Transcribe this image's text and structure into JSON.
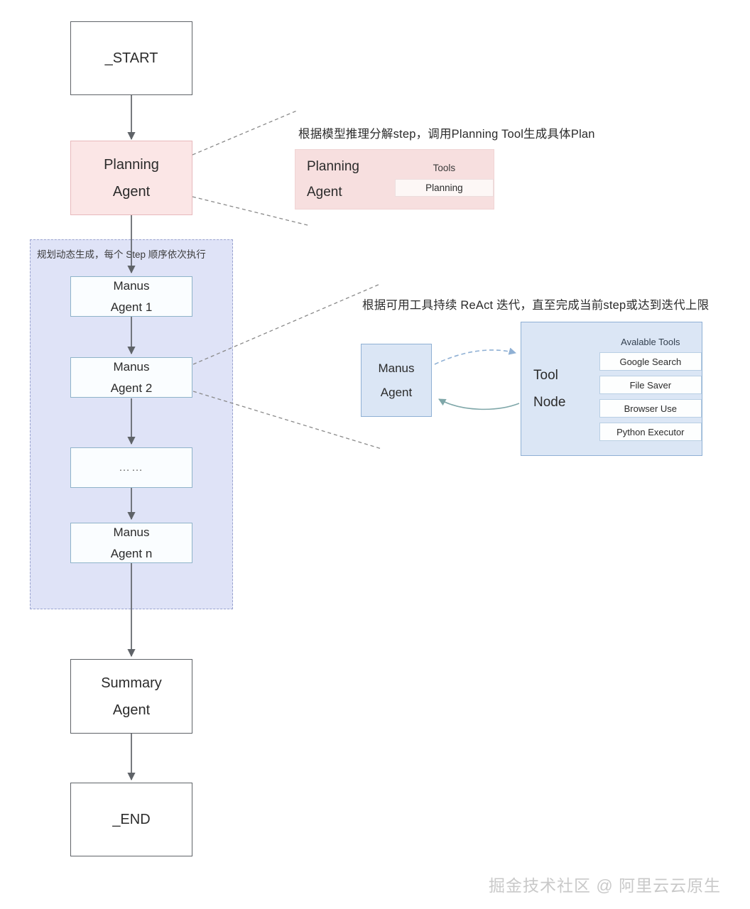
{
  "diagram": {
    "title": "Manus Multi-Agent Planning Flow",
    "colors": {
      "pink_fill": "#fbe6e6",
      "pink_border": "#e8b9bc",
      "blue_fill": "#dbe6f5",
      "blue_border": "#8fb0d4",
      "group_fill": "#dfe3f7",
      "group_border": "#9aa3cf",
      "plain_border": "#5f6368",
      "arrow_gray": "#5f6368",
      "arrow_teal": "#6f9fa2",
      "dotted_gray": "#8a8a8a"
    }
  },
  "flow": {
    "start_node": {
      "label": "_START"
    },
    "planning_agent": {
      "line1": "Planning",
      "line2": "Agent"
    },
    "summary_agent": {
      "line1": "Summary",
      "line2": "Agent"
    },
    "end_node": {
      "label": "_END"
    }
  },
  "group": {
    "label": "规划动态生成，每个 Step 顺序依次执行",
    "steps": [
      {
        "line1": "Manus",
        "line2": "Agent 1"
      },
      {
        "line1": "Manus",
        "line2": "Agent 2"
      },
      {
        "line1": "……",
        "line2": ""
      },
      {
        "line1": "Manus",
        "line2": "Agent n"
      }
    ]
  },
  "annotations": {
    "planning": "根据模型推理分解step，调用Planning Tool生成具体Plan",
    "react": "根据可用工具持续 ReAct 迭代，直至完成当前step或达到迭代上限"
  },
  "planning_detail": {
    "agent_line1": "Planning",
    "agent_line2": "Agent",
    "tools_header": "Tools",
    "tools": [
      "Planning"
    ]
  },
  "react_detail": {
    "manus_agent": {
      "line1": "Manus",
      "line2": "Agent"
    },
    "tool_node": {
      "line1": "Tool",
      "line2": "Node"
    },
    "tools_header": "Avalable Tools",
    "tools": [
      "Google Search",
      "File Saver",
      "Browser Use",
      "Python Executor"
    ]
  },
  "watermark": {
    "text": "掘金技术社区 @ 阿里云云原生"
  }
}
